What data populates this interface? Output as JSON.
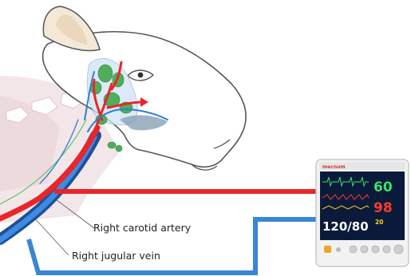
{
  "labels": {
    "artery": "Right carotid artery",
    "vein": "Right jugular vein"
  },
  "monitor": {
    "brand": "mecnum",
    "hr": "60",
    "spo2": "98",
    "rr": "20",
    "nibp": "120/80"
  },
  "colors": {
    "artery": "#e8262a",
    "vein": "#2f7fd0",
    "vein_dark": "#1f4f9a",
    "screen": "#0a1a3a"
  }
}
